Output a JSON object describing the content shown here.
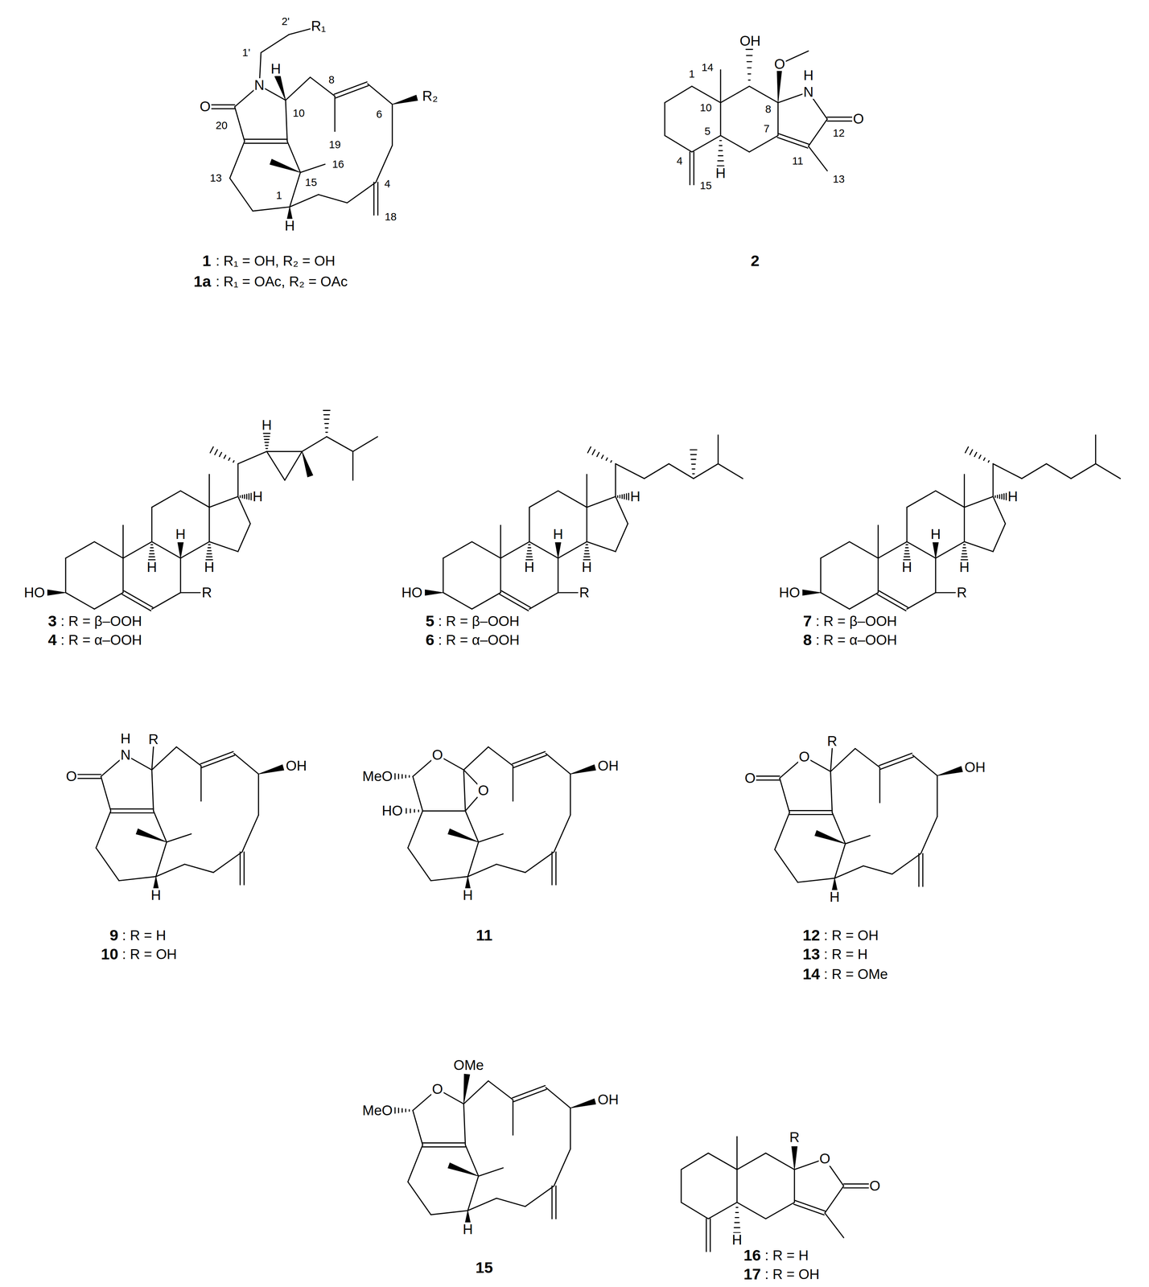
{
  "diagram": {
    "labels": [
      "N",
      "O",
      "H",
      "R₁",
      "1'",
      "2'",
      "R₂",
      "20",
      "10",
      "16",
      "8",
      "6",
      "19",
      "13",
      "15",
      "1",
      "H",
      "4",
      "18",
      "1",
      ": R₁ = OH, R₂ = OH",
      "1a",
      ": R₁ = OAc, R₂ = OAc",
      "OH",
      "O",
      "N",
      "H",
      "O",
      "1",
      "14",
      "10",
      "5",
      "4",
      "15",
      "H",
      "8",
      "7",
      "11",
      "12",
      "13",
      "2",
      "HO",
      "R",
      "H",
      "H",
      "H",
      "H",
      "H",
      "3",
      ": R = β–OOH",
      "4",
      ": R = α–OOH",
      "HO",
      "R",
      "H",
      "H",
      "H",
      "H",
      "5",
      ": R = β–OOH",
      "6",
      ": R = α–OOH",
      "HO",
      "R",
      "H",
      "H",
      "H",
      "H",
      "7",
      ": R = β–OOH",
      "8",
      ": R = α–OOH",
      "O",
      "N",
      "H",
      "R",
      "OH",
      "H",
      "9",
      ": R = H",
      "10",
      ": R = OH",
      "MeO",
      "O",
      "HO",
      "O",
      "OH",
      "H",
      "11",
      "O",
      "O",
      "R",
      "OH",
      "H",
      "12",
      ": R = OH",
      "13",
      ": R = H",
      "14",
      ": R = OMe",
      "OMe",
      "MeO",
      "O",
      "OH",
      "H",
      "15",
      "R",
      "O",
      "O",
      "H",
      "16",
      ": R = H",
      "17",
      ": R = OH"
    ]
  }
}
